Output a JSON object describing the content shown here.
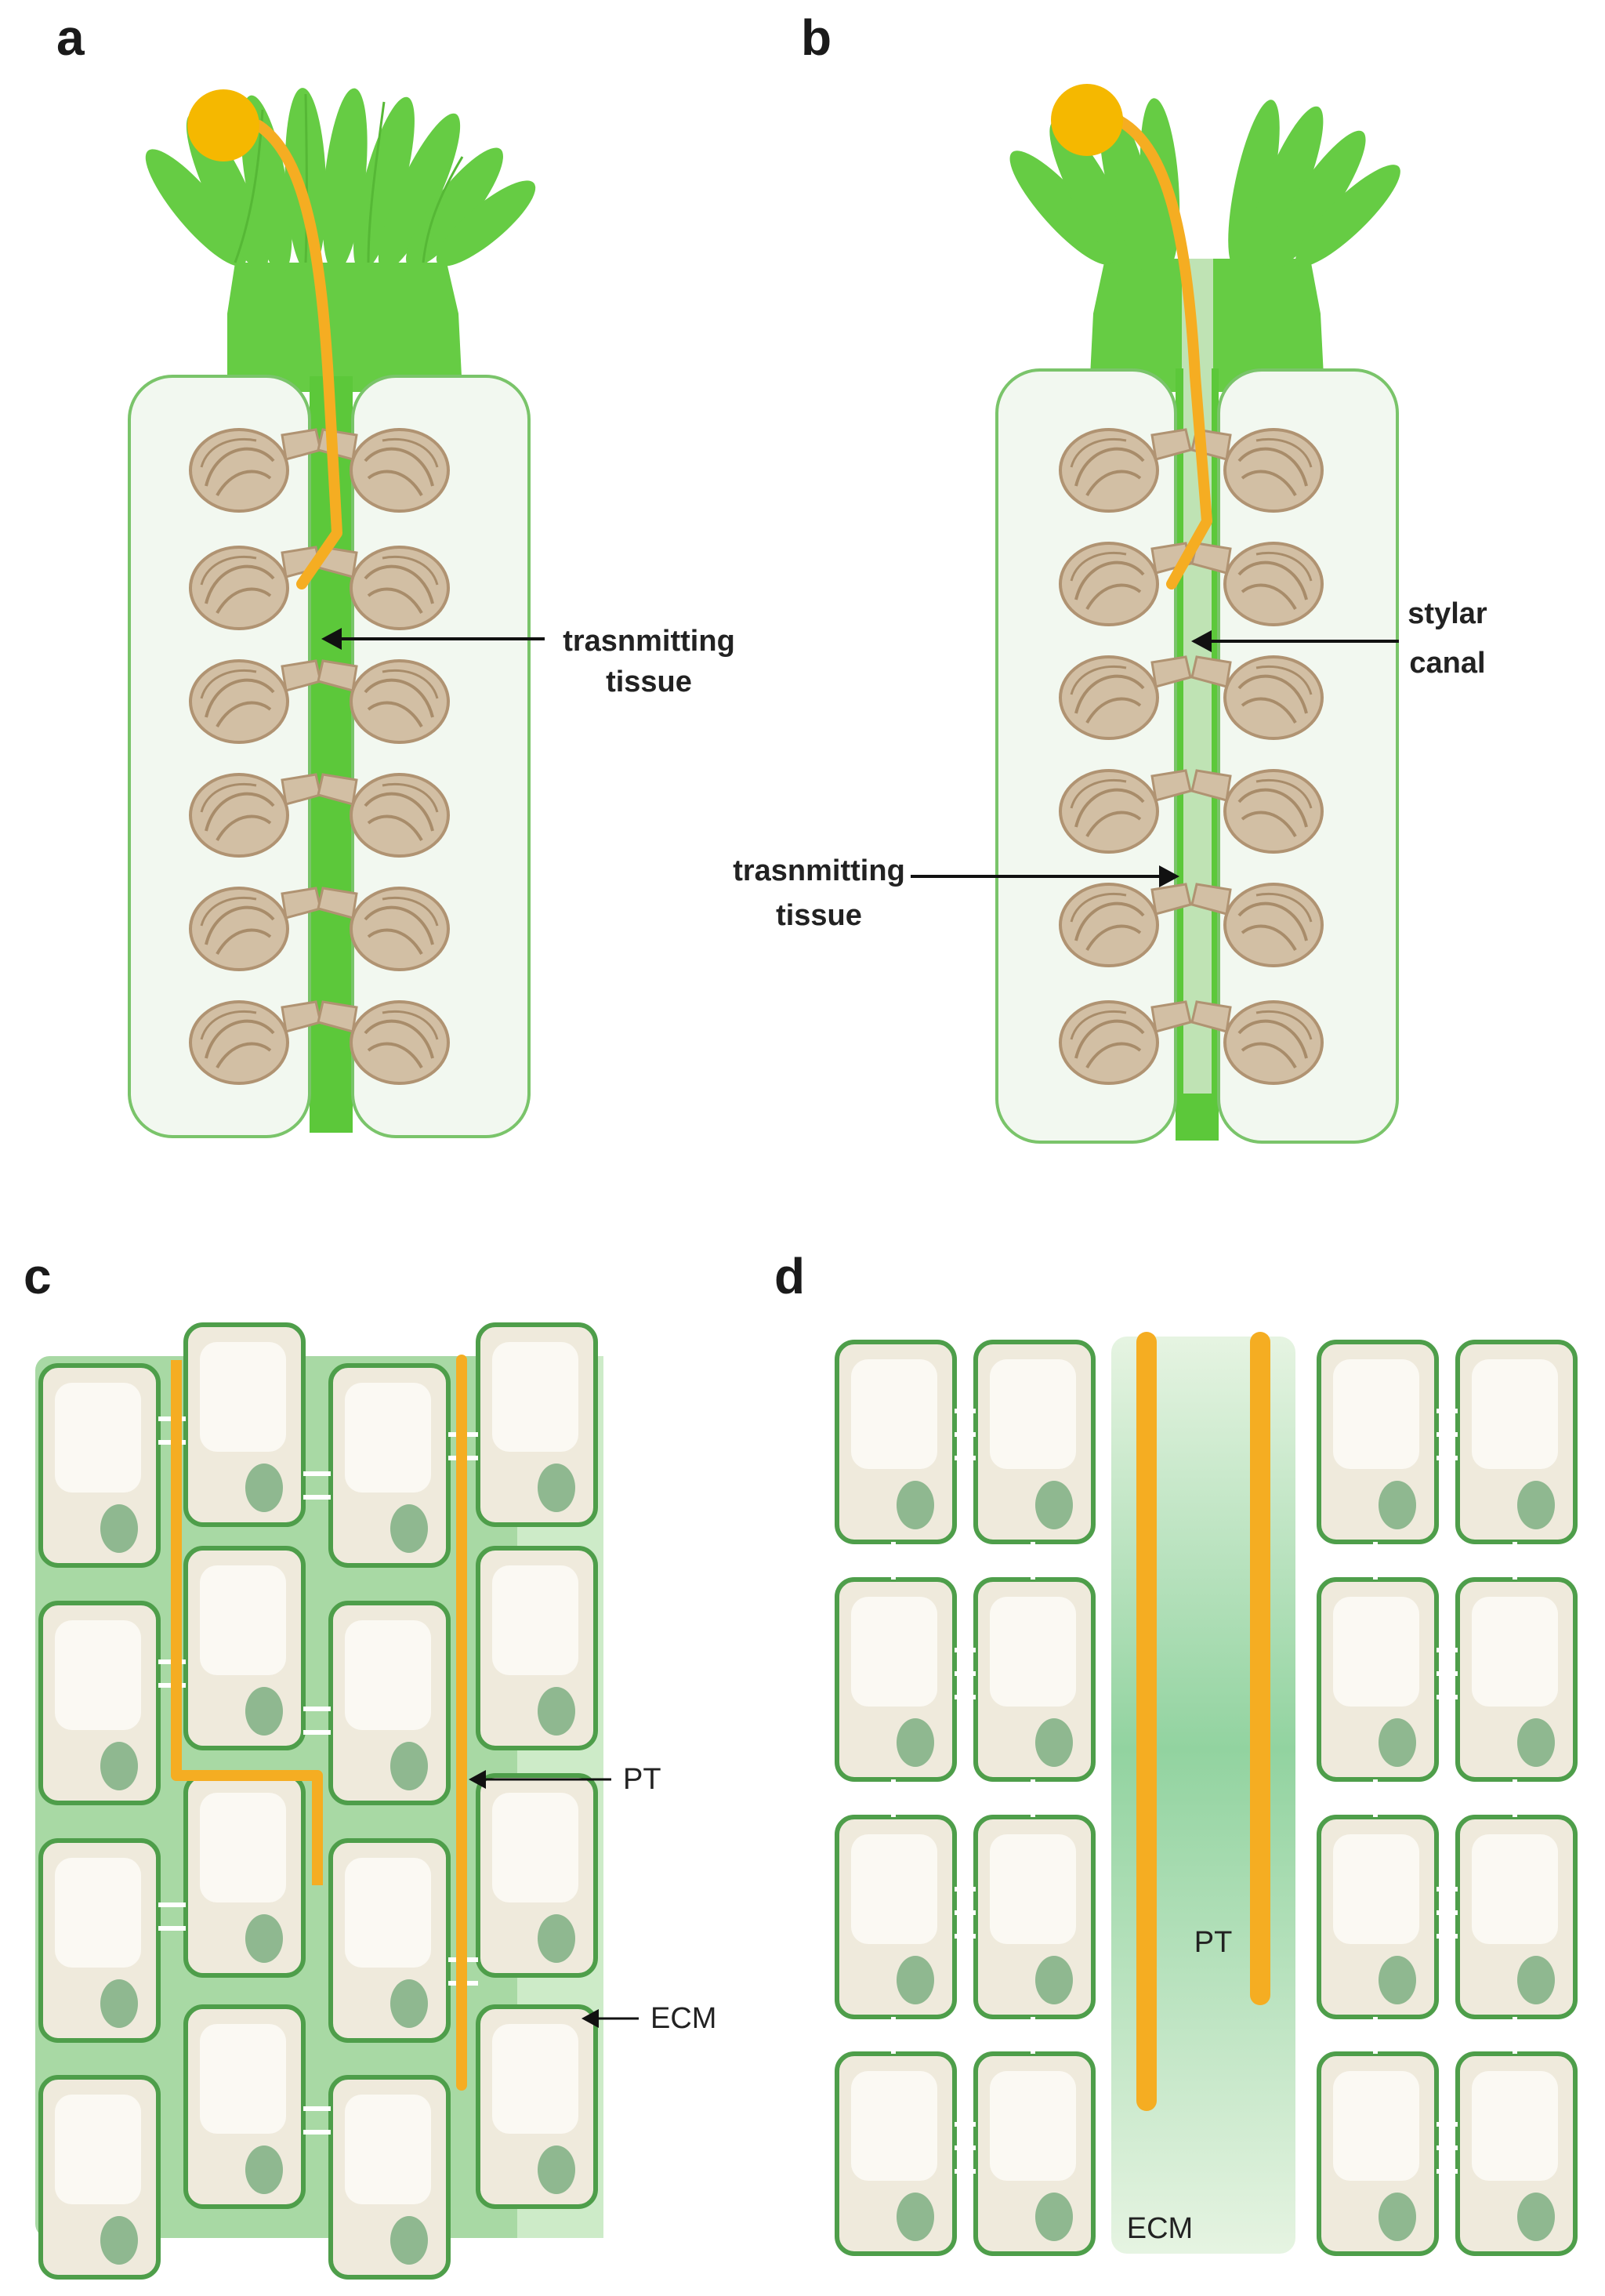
{
  "panels": {
    "a": {
      "letter": "a",
      "label_line1": "trasnmitting",
      "label_line2": "tissue"
    },
    "b": {
      "letter": "b",
      "canal_line1": "stylar",
      "canal_line2": "canal",
      "tissue_line1": "trasnmitting",
      "tissue_line2": "tissue"
    },
    "c": {
      "letter": "c",
      "pt_label": "PT",
      "ecm_label": "ECM"
    },
    "d": {
      "letter": "d",
      "pt_label": "PT",
      "ecm_label": "ECM"
    }
  },
  "colors": {
    "stigma_green": "#66cc44",
    "tissue_green": "#5cc83a",
    "ovary_fill": "#f2f8f0",
    "ovary_stroke": "#7ac46a",
    "ovule": "#d2bfa4",
    "ovule_stroke": "#b09372",
    "pollen": "#f5b800",
    "pollen_tube": "#f5ad22",
    "canal_green": "#bfe3b4",
    "cell_fill": "#efeadc",
    "cell_stroke": "#4e9e4a",
    "nucleus": "#8fb890",
    "ecm_green": "#a8d9a4"
  }
}
